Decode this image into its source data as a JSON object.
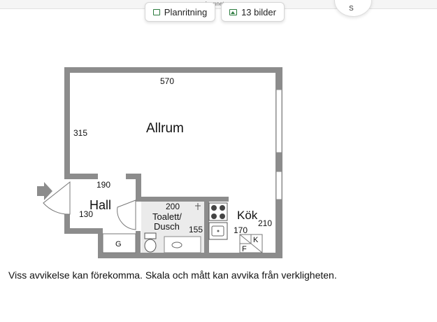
{
  "browser": {
    "url": "hemnet.se"
  },
  "buttons": {
    "floorplan": {
      "label": "Planritning",
      "icon": "floorplan-icon"
    },
    "images": {
      "label": "13 bilder",
      "icon": "image-icon"
    }
  },
  "share": {
    "glyph": "S",
    "icon": "share-icon"
  },
  "floorplan": {
    "rooms": {
      "allrum": "Allrum",
      "hall": "Hall",
      "toilet_line1": "Toalett/",
      "toilet_line2": "Dusch",
      "kitchen": "Kök"
    },
    "dimensions": {
      "d570": "570",
      "d315": "315",
      "d190": "190",
      "d130": "130",
      "d200": "200",
      "d155": "155",
      "d170": "170",
      "d210": "210"
    },
    "appliances": {
      "g": "G",
      "k": "K",
      "f": "F"
    }
  },
  "disclaimer": "Viss avvikelse kan förekomma. Skala och mått kan avvika från verkligheten.",
  "colors": {
    "wall": "#8c8c8c",
    "accent": "#2a7a3d",
    "bathroom_fill": "#ebebeb"
  }
}
